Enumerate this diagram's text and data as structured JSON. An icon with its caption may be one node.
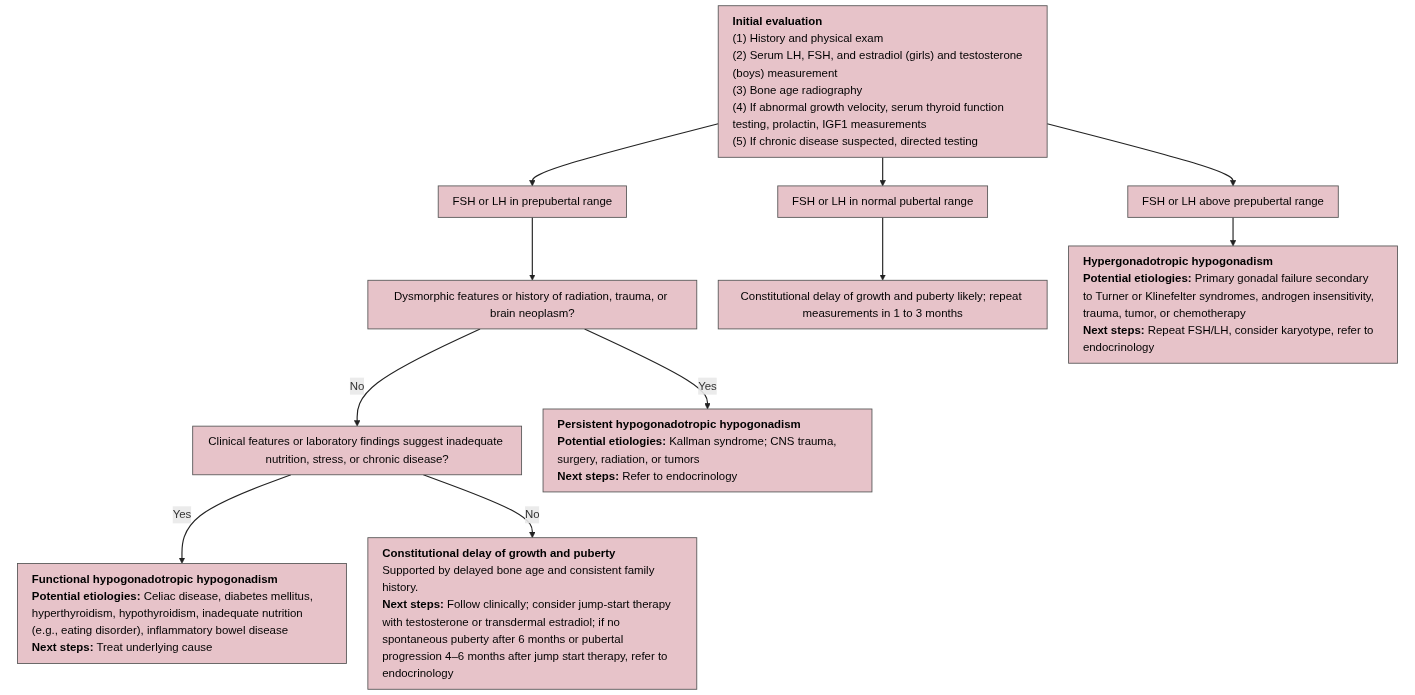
{
  "diagram": {
    "nodes": [
      {
        "text": [
          "Initial evaluation",
          "(1) History and physical exam",
          "(2) Serum LH, FSH, and estradiol (girls) and testosterone (boys) measurement",
          "(3) Bone age radiography",
          "(4) If abnormal growth velocity, serum thyroid function testing, prolactin, IGF1 measurements",
          "(5) If chronic disease suspected, directed testing"
        ]
      },
      {
        "text": [
          "FSH or LH in prepubertal range"
        ]
      },
      {
        "text": [
          "FSH or LH in normal pubertal range"
        ]
      },
      {
        "text": [
          "FSH or LH above prepubertal range"
        ]
      },
      {
        "text": [
          "Dysmorphic features or history of radiation, trauma, or brain neoplasm?"
        ]
      },
      {
        "text": [
          "Constitutional delay of growth and puberty likely; repeat measurements in 1 to 3 months"
        ]
      },
      {
        "text": [
          "Hypergonadotropic hypogonadism",
          "**Potential etiologies:** Primary gonadal failure secondary to Turner or Klinefelter syndromes, androgen insensitivity, trauma, tumor, or chemotherapy",
          "**Next steps:** Repeat FSH/LH, consider karyotype, refer to endocrinology"
        ]
      },
      {
        "text": [
          "Clinical features or laboratory findings suggest inadequate nutrition, stress, or chronic disease?"
        ]
      },
      {
        "text": [
          "Persistent hypogonadotropic hypogonadism",
          "**Potential etiologies:** Kallman syndrome; CNS trauma, surgery, radiation, or tumors",
          "**Next steps:** Refer to endocrinology"
        ]
      },
      {
        "text": [
          "Functional hypogonadotropic hypogonadism",
          "**Potential etiologies:** Celiac disease, diabetes mellitus, hyperthyroidism, hypothyroidism, inadequate nutrition (e.g., eating disorder), inflammatory bowel disease",
          "**Next steps:** Treat underlying cause"
        ]
      },
      {
        "text": [
          "Constitutional delay of growth and puberty",
          "Supported by delayed bone age and consistent family history.",
          "**Next steps:** Follow clinically; consider jump-start therapy with testosterone or transdermal estradiol; if no spontaneous puberty after 6 months or pubertal progression 4–6 months after jump start therapy, refer to endocrinology"
        ]
      }
    ],
    "edges": [
      {
        "from": 0,
        "to": 1,
        "arrow": "to"
      },
      {
        "from": 0,
        "to": 2,
        "arrow": "to"
      },
      {
        "from": 0,
        "to": 3,
        "arrow": "to"
      },
      {
        "from": 1,
        "to": 4,
        "arrow": "to"
      },
      {
        "from": 2,
        "to": 5,
        "arrow": "to"
      },
      {
        "from": 3,
        "to": 6,
        "arrow": "to"
      },
      {
        "from": 4,
        "to": 8,
        "arrow": "to",
        "label": "Yes"
      },
      {
        "from": 4,
        "to": 7,
        "arrow": "to",
        "label": "No"
      },
      {
        "from": 7,
        "to": 9,
        "arrow": "to",
        "label": "Yes"
      },
      {
        "from": 7,
        "to": 10,
        "arrow": "to",
        "label": "No"
      }
    ]
  }
}
